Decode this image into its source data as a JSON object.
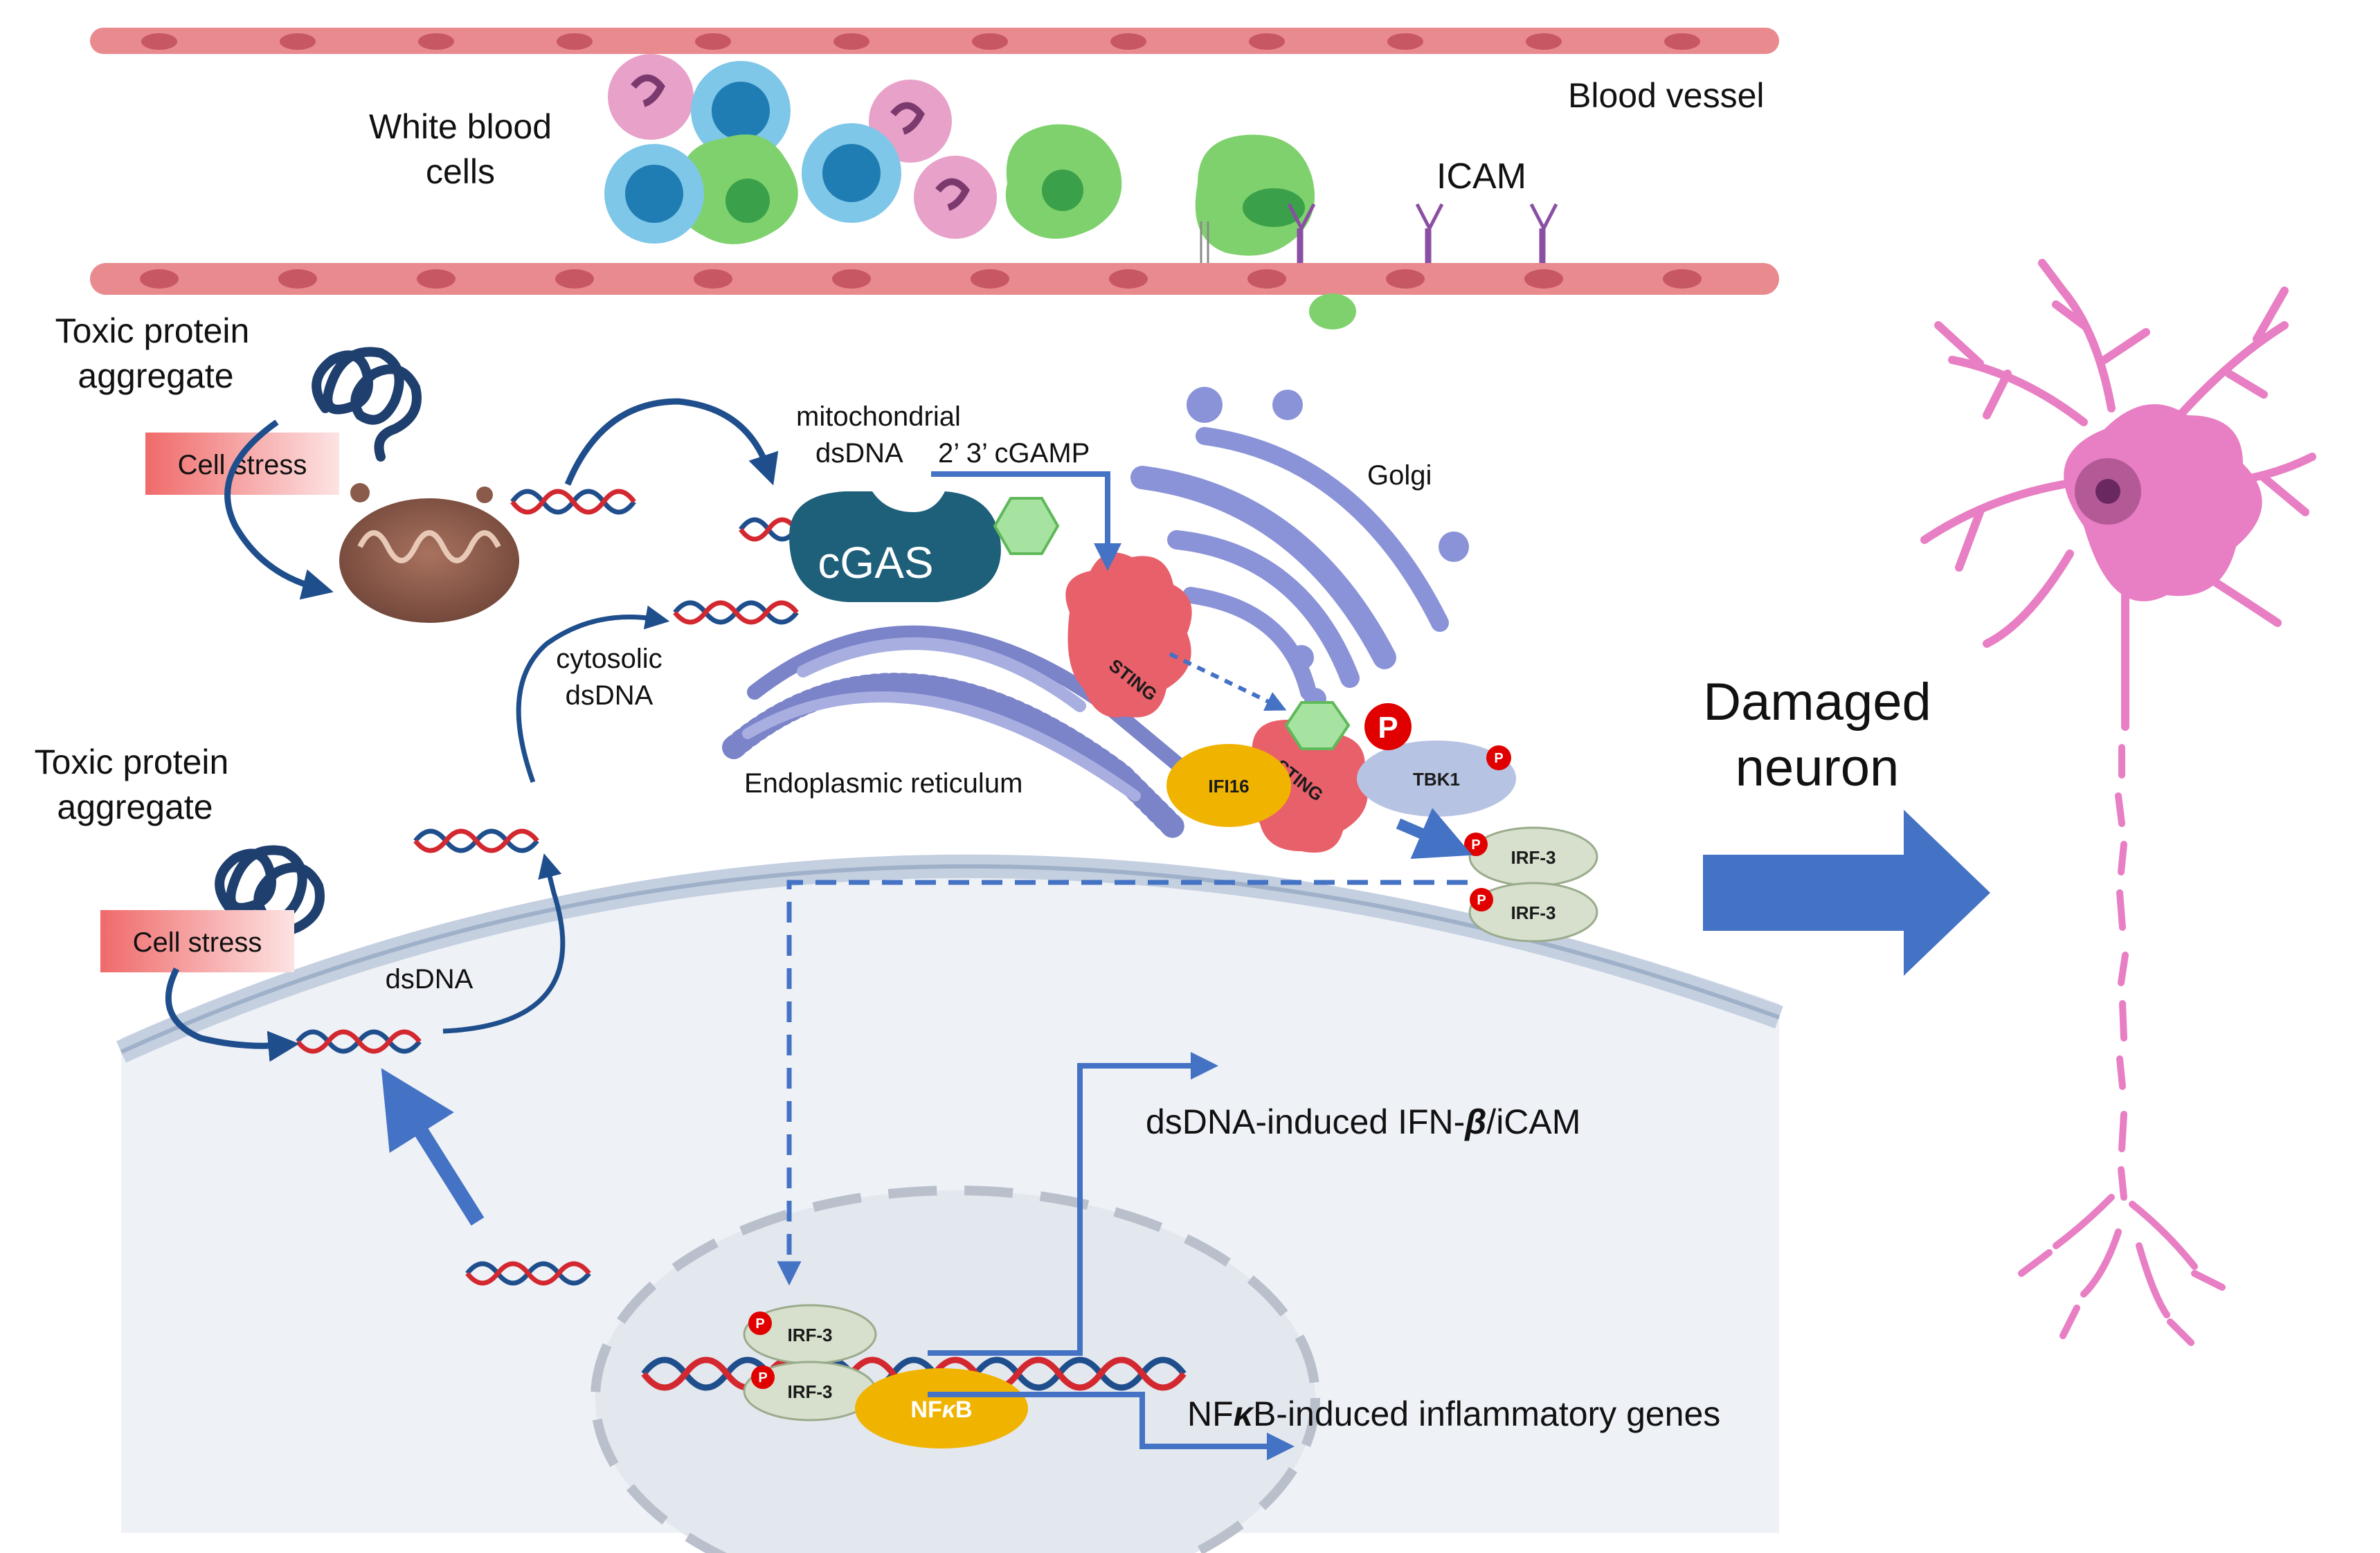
{
  "labels": {
    "white_blood_cells_1": "White blood",
    "white_blood_cells_2": "cells",
    "blood_vessel": "Blood vessel",
    "icam": "ICAM",
    "toxic_top_1": "Toxic protein",
    "toxic_top_2": "aggregate",
    "cell_stress_top": "Cell stress",
    "mito_dsdna_1": "mitochondrial",
    "mito_dsdna_2": "dsDNA",
    "cgamp": "2’ 3’ cGAMP",
    "cgas": "cGAS",
    "golgi": "Golgi",
    "sting_1": "STING",
    "sting_2": "STING",
    "cytosolic_1": "cytosolic",
    "cytosolic_2": "dsDNA",
    "er": "Endoplasmic reticulum",
    "ifi16": "IFI16",
    "tbk1": "TBK1",
    "p_large": "P",
    "p_small": "P",
    "irf3_a": "IRF-3",
    "irf3_b": "IRF-3",
    "irf3_c": "IRF-3",
    "irf3_d": "IRF-3",
    "toxic_bot_1": "Toxic protein",
    "toxic_bot_2": "aggregate",
    "cell_stress_bot": "Cell stress",
    "dsdna": "dsDNA",
    "ifn_prefix": "dsDNA-induced IFN-",
    "ifn_beta": "β",
    "ifn_suffix": "/iCAM",
    "nfkb_prefix": "NF",
    "nfkb_kappa": "κ",
    "nfkb_suffix": "B",
    "nfkb_genes_suffix": "B-induced inflammatory genes",
    "damaged_1": "Damaged",
    "damaged_2": "neuron"
  },
  "colors": {
    "vessel": "#e0747a",
    "vessel_dark": "#c25a62",
    "arrow_blue": "#4472c4",
    "dark_blue": "#1f4e8c",
    "cgas": "#1e5f7a",
    "sting": "#e8606a",
    "golgi": "#8b93d8",
    "er": "#7b83c9",
    "ifi16": "#f0b400",
    "tbk1": "#b7c3e3",
    "irf3": "#d6e0cc",
    "cell_stress": "#f27a7a",
    "neuron": "#e87ec3",
    "mito": "#8a5a4a",
    "p_badge": "#e00000"
  }
}
